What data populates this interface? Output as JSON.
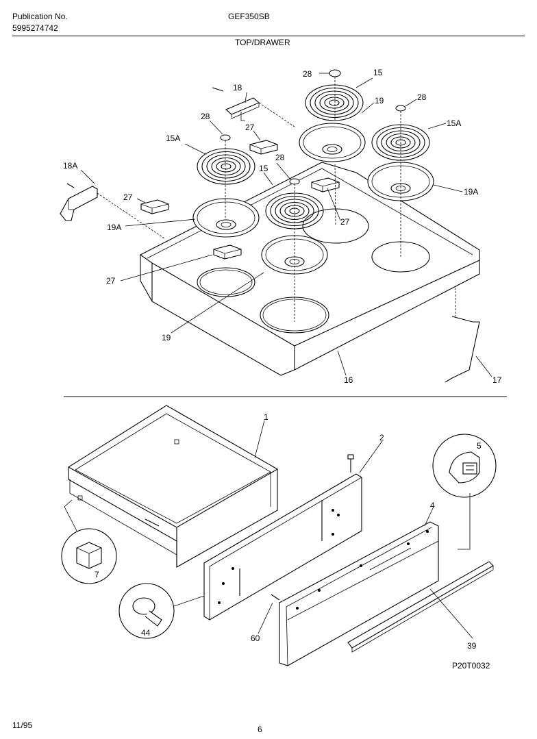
{
  "header": {
    "publication_label": "Publication No.",
    "publication_number": "5995274742",
    "model": "GEF350SB",
    "section": "TOP/DRAWER"
  },
  "footer": {
    "date": "11/95",
    "page": "6",
    "figure_code": "P20T0032"
  },
  "callouts": {
    "c1": "1",
    "c2": "2",
    "c4": "4",
    "c5": "5",
    "c7": "7",
    "c15a": "15",
    "c15b": "15",
    "c15A_left": "15A",
    "c15A_right": "15A",
    "c16": "16",
    "c17": "17",
    "c18": "18",
    "c18A": "18A",
    "c19a": "19",
    "c19b": "19",
    "c19A_left": "19A",
    "c19A_right": "19A",
    "c27a": "27",
    "c27b": "27",
    "c27c": "27",
    "c27d": "27",
    "c28a": "28",
    "c28b": "28",
    "c28c": "28",
    "c28d": "28",
    "c39": "39",
    "c44": "44",
    "c60": "60"
  }
}
